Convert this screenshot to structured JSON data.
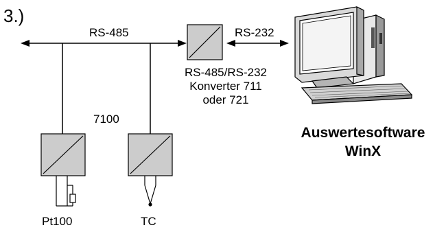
{
  "diagram": {
    "step_number": "3.)",
    "bus_left_label": "RS-485",
    "bus_right_label": "RS-232",
    "converter_label_line1": "RS-485/RS-232",
    "converter_label_line2": "Konverter 711",
    "converter_label_line3": "oder 721",
    "transmitter_label": "7100",
    "sensor_pt100_label": "Pt100",
    "sensor_tc_label": "TC",
    "software_line1": "Auswertesoftware",
    "software_line2": "WinX"
  },
  "icons": {
    "converter": "converter-box-icon",
    "transmitter": "transmitter-box-icon",
    "pc": "desktop-computer-icon"
  }
}
